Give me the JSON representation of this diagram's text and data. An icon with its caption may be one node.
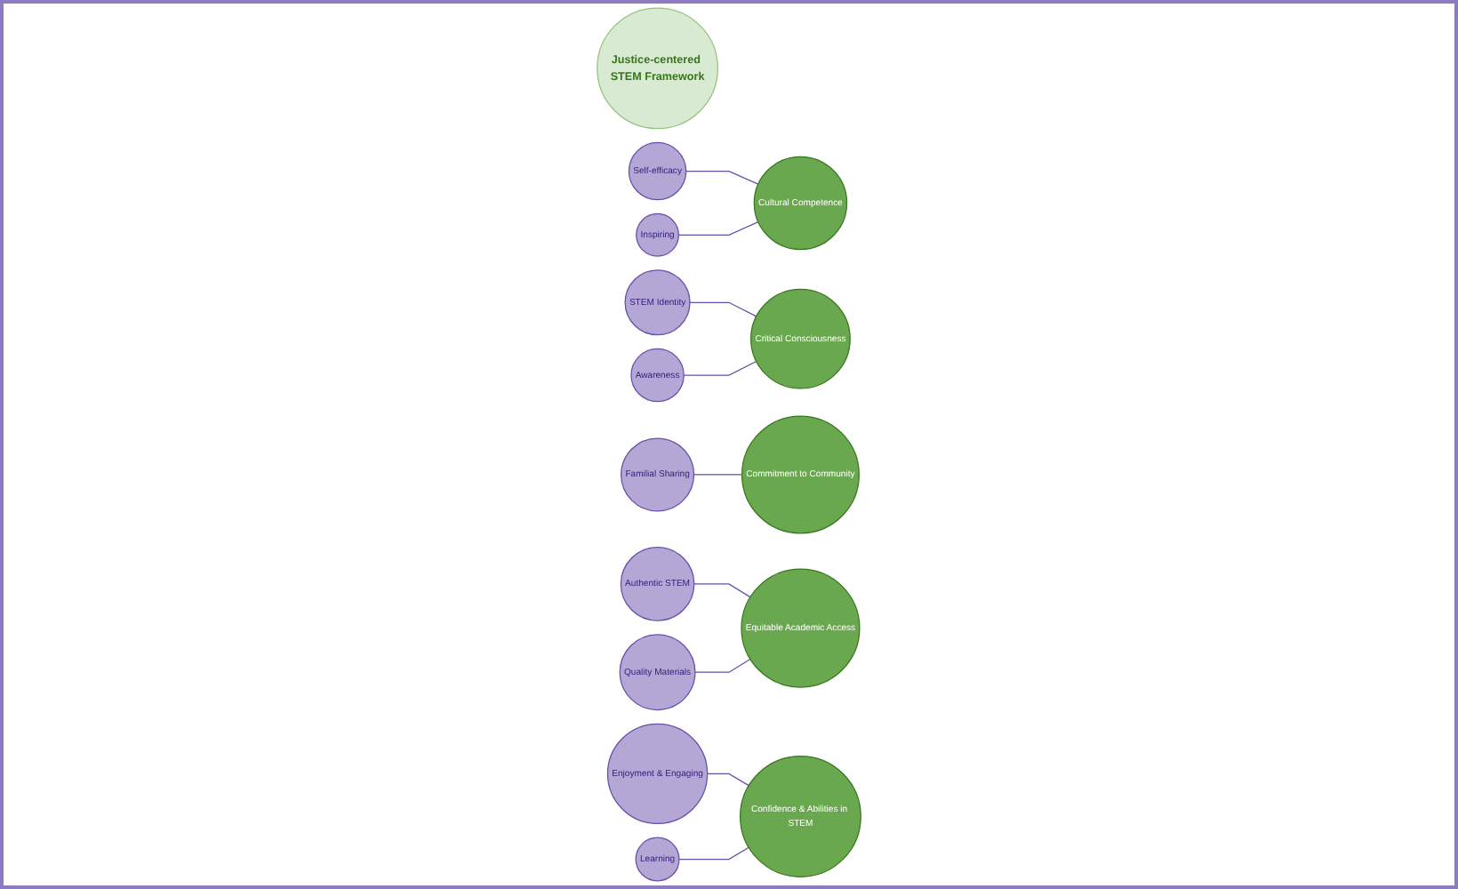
{
  "diagram": {
    "nodes": [
      {
        "text": [
          "Justice-centered STEM Framework"
        ]
      },
      {
        "text": [
          "Cultural Competence"
        ]
      },
      {
        "text": [
          "Critical Consciousness"
        ]
      },
      {
        "text": [
          "Commitment to Community"
        ]
      },
      {
        "text": [
          "Equitable Academic Access"
        ]
      },
      {
        "text": [
          "Confidence & Abilities in STEM"
        ]
      },
      {
        "text": [
          "Self-efficacy"
        ]
      },
      {
        "text": [
          "Inspiring"
        ]
      },
      {
        "text": [
          "STEM Identity"
        ]
      },
      {
        "text": [
          "Awareness"
        ]
      },
      {
        "text": [
          "Familial Sharing"
        ]
      },
      {
        "text": [
          "Authentic STEM"
        ]
      },
      {
        "text": [
          "Quality Materials"
        ]
      },
      {
        "text": [
          "Enjoyment & Engaging"
        ]
      },
      {
        "text": [
          "Learning"
        ]
      }
    ],
    "edges": [
      {
        "from": 6,
        "to": 1,
        "arrow": "none"
      },
      {
        "from": 7,
        "to": 1,
        "arrow": "none"
      },
      {
        "from": 8,
        "to": 2,
        "arrow": "none"
      },
      {
        "from": 9,
        "to": 2,
        "arrow": "none"
      },
      {
        "from": 10,
        "to": 3,
        "arrow": "none"
      },
      {
        "from": 11,
        "to": 4,
        "arrow": "none"
      },
      {
        "from": 12,
        "to": 4,
        "arrow": "none"
      },
      {
        "from": 13,
        "to": 5,
        "arrow": "none"
      },
      {
        "from": 14,
        "to": 5,
        "arrow": "none"
      }
    ]
  }
}
